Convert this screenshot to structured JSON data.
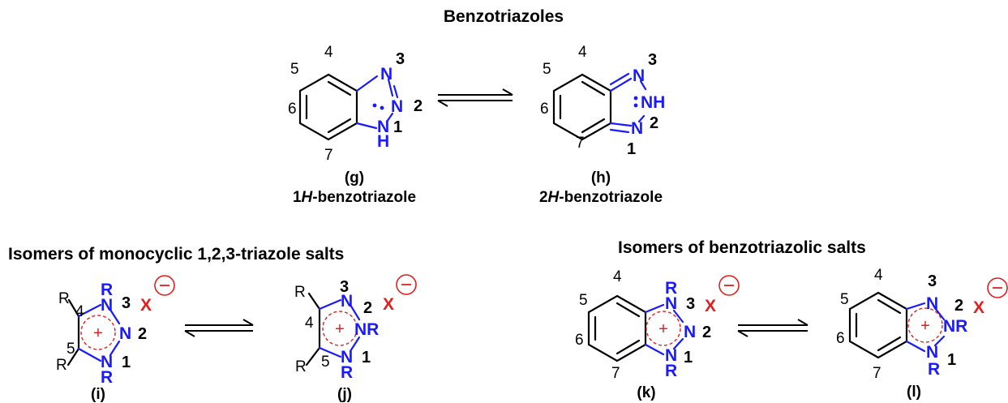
{
  "colors": {
    "nitrogen": "#1a1aff",
    "charge": "#e02020",
    "bond": "#000000"
  },
  "titles": {
    "benzotriazoles": "Benzotriazoles",
    "mono_salts": "Isomers of monocyclic 1,2,3-triazole salts",
    "benzo_salts": "Isomers of benzotriazolic salts"
  },
  "g": {
    "id": "(g)",
    "name_pre": "1",
    "name_it": "H",
    "name_post": "-benzotriazole",
    "N3": "N",
    "N2": "N",
    "N1": "N",
    "H": "H",
    "n4": "4",
    "n5": "5",
    "n6": "6",
    "n7": "7",
    "l3": "3",
    "l2": "2",
    "l1": "1"
  },
  "h": {
    "id": "(h)",
    "name_pre": "2",
    "name_it": "H",
    "name_post": "-benzotriazole",
    "N3": "N",
    "NH": "NH",
    "N1": "N",
    "n4": "4",
    "n5": "5",
    "n6": "6",
    "n7": "7",
    "l3": "3",
    "l2": "2",
    "l1": "1"
  },
  "i": {
    "id": "(i)",
    "R_top": "R",
    "R_bot": "R",
    "NR3": "R",
    "N3": "N",
    "N2": "N",
    "N1": "N",
    "NR1": "R",
    "x": "X",
    "n4": "4",
    "n5": "5",
    "l3": "3",
    "l2": "2",
    "l1": "1",
    "plus": "+"
  },
  "j": {
    "id": "(j)",
    "R_top": "R",
    "R_bot": "R",
    "N3": "N",
    "N2": "NR",
    "N1": "N",
    "NR1": "R",
    "x": "X",
    "n4": "4",
    "n5": "5",
    "l3": "3",
    "l2": "2",
    "l1": "1",
    "plus": "+"
  },
  "k": {
    "id": "(k)",
    "NR3": "R",
    "N3": "N",
    "N2": "N",
    "N1": "N",
    "NR1": "R",
    "x": "X",
    "n4": "4",
    "n5": "5",
    "n6": "6",
    "n7": "7",
    "l3": "3",
    "l2": "2",
    "l1": "1",
    "plus": "+"
  },
  "l": {
    "id": "(l)",
    "N3": "N",
    "N2": "NR",
    "N1": "N",
    "NR1": "R",
    "x": "X",
    "n4": "4",
    "n5": "5",
    "n6": "6",
    "n7": "7",
    "l3": "3",
    "l2": "2",
    "l1": "1",
    "plus": "+"
  }
}
